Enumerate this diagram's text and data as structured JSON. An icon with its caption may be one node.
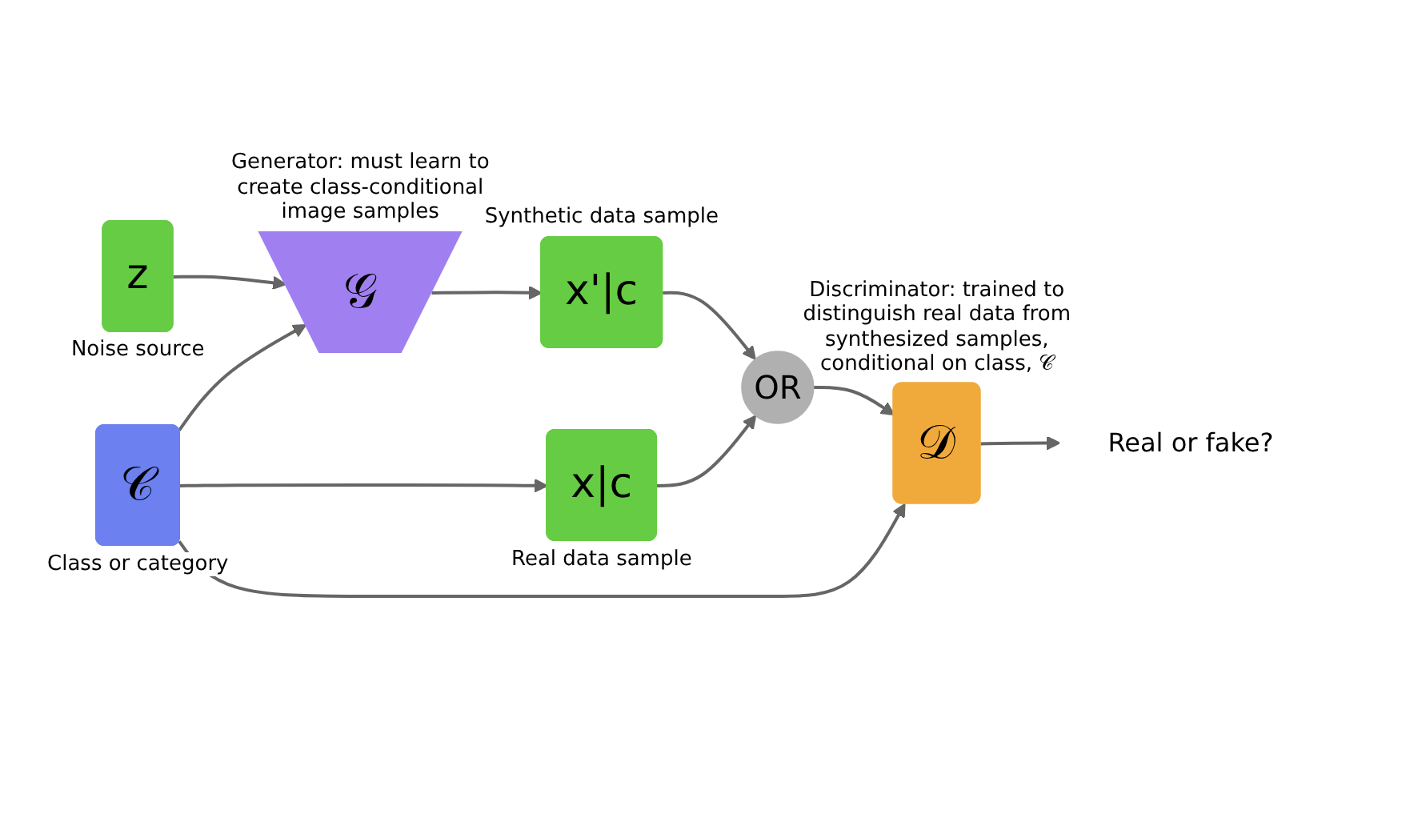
{
  "diagram": {
    "nodes": [
      {
        "text": [
          "x'|c"
        ],
        "beside": [
          "Synthetic data sample"
        ]
      },
      {
        "text": [
          "𝒢"
        ],
        "beside": [
          "Generator: must learn to create class-conditional image samples"
        ]
      },
      {
        "text": [
          "𝒟"
        ],
        "beside": [
          "Discriminator: trained to distinguish real data from synthesized samples, conditional on class, 𝒞"
        ]
      },
      {
        "text": [
          "OR"
        ]
      },
      {
        "text": [
          "Real or fake?"
        ]
      },
      {
        "text": [
          "z"
        ],
        "beside": [
          "Noise source"
        ]
      },
      {
        "text": [
          "x|c"
        ],
        "beside": [
          "Real data sample"
        ]
      },
      {
        "text": [
          "𝒞"
        ],
        "beside": [
          "Class or category"
        ]
      }
    ],
    "edges": [
      {
        "from": 1,
        "to": 0,
        "arrow": "to"
      },
      {
        "from": 0,
        "to": 3,
        "arrow": "to"
      },
      {
        "from": 3,
        "to": 2,
        "arrow": "to"
      },
      {
        "from": 2,
        "to": 4,
        "arrow": "to"
      },
      {
        "from": 5,
        "to": 1,
        "arrow": "to"
      },
      {
        "from": 7,
        "to": 1,
        "arrow": "to"
      },
      {
        "from": 6,
        "to": 3,
        "arrow": "to"
      },
      {
        "from": 7,
        "to": 6,
        "arrow": "to"
      },
      {
        "from": 7,
        "to": 2,
        "arrow": "to"
      }
    ]
  }
}
